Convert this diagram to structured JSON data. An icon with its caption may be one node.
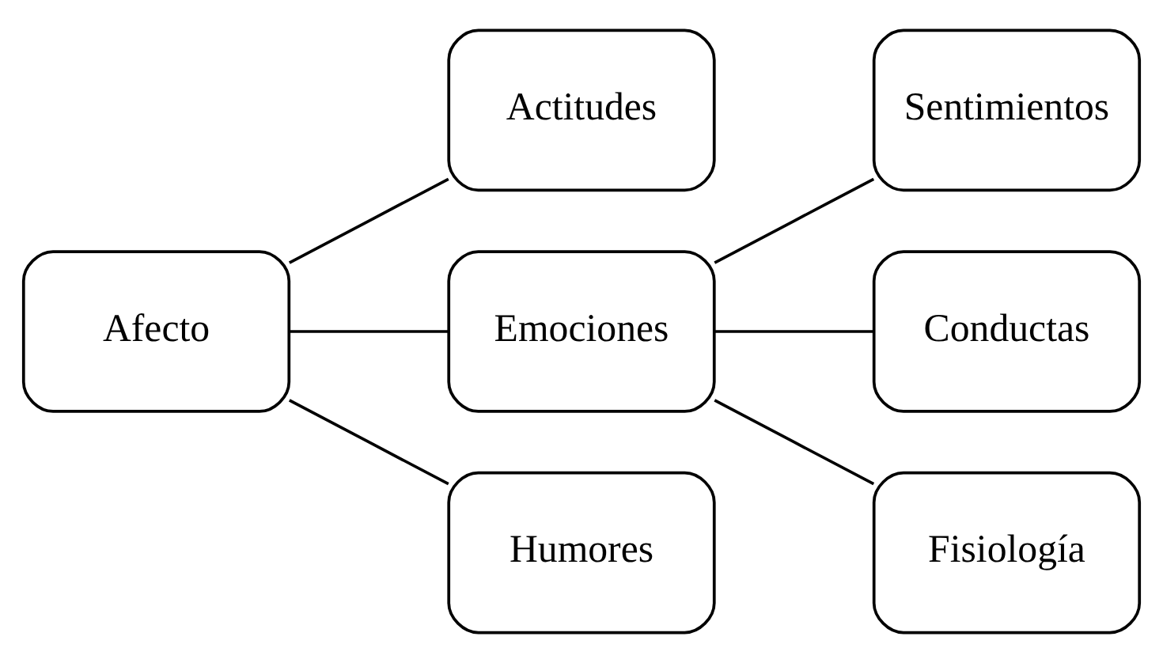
{
  "diagram": {
    "nodes": [
      {
        "text": [
          "Afecto"
        ]
      },
      {
        "text": [
          "Actitudes"
        ]
      },
      {
        "text": [
          "Emociones"
        ]
      },
      {
        "text": [
          "Humores"
        ]
      },
      {
        "text": [
          "Sentimientos"
        ]
      },
      {
        "text": [
          "Conductas"
        ]
      },
      {
        "text": [
          "Fisiología"
        ]
      }
    ],
    "edges": [
      {
        "from": 0,
        "to": 1,
        "arrow": "none"
      },
      {
        "from": 0,
        "to": 2,
        "arrow": "none"
      },
      {
        "from": 0,
        "to": 3,
        "arrow": "none"
      },
      {
        "from": 2,
        "to": 4,
        "arrow": "none"
      },
      {
        "from": 2,
        "to": 5,
        "arrow": "none"
      },
      {
        "from": 2,
        "to": 6,
        "arrow": "none"
      }
    ]
  }
}
